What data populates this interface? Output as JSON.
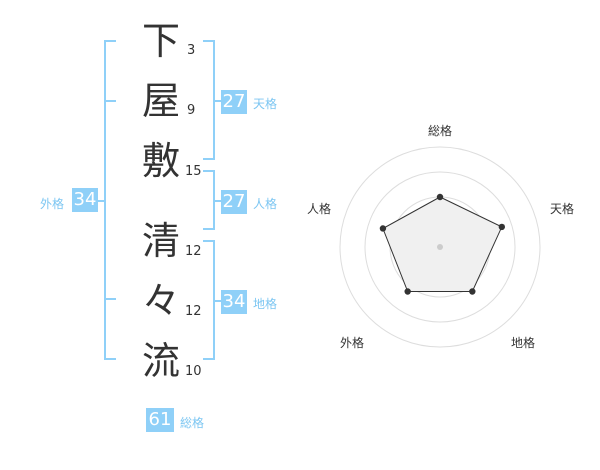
{
  "name": {
    "chars": [
      {
        "char": "下",
        "strokes": "3"
      },
      {
        "char": "屋",
        "strokes": "9"
      },
      {
        "char": "敷",
        "strokes": "15"
      },
      {
        "char": "清",
        "strokes": "12"
      },
      {
        "char": "々",
        "strokes": "12"
      },
      {
        "char": "流",
        "strokes": "10"
      }
    ]
  },
  "kaku": {
    "tenkaku": {
      "value": "27",
      "label": "天格"
    },
    "jinkaku": {
      "value": "27",
      "label": "人格"
    },
    "chikaku": {
      "value": "34",
      "label": "地格"
    },
    "gaikaku": {
      "value": "34",
      "label": "外格"
    },
    "soukaku": {
      "value": "61",
      "label": "総格"
    }
  },
  "radar": {
    "axes": [
      "総格",
      "天格",
      "地格",
      "外格",
      "人格"
    ],
    "scores": [
      0.5,
      0.65,
      0.55,
      0.55,
      0.6
    ]
  },
  "colors": {
    "accent": "#8fd0f8",
    "accent_text": "#7cc6f2",
    "text": "#333333",
    "ring": "#dddddd",
    "polygon_fill": "#f0f0f0"
  }
}
